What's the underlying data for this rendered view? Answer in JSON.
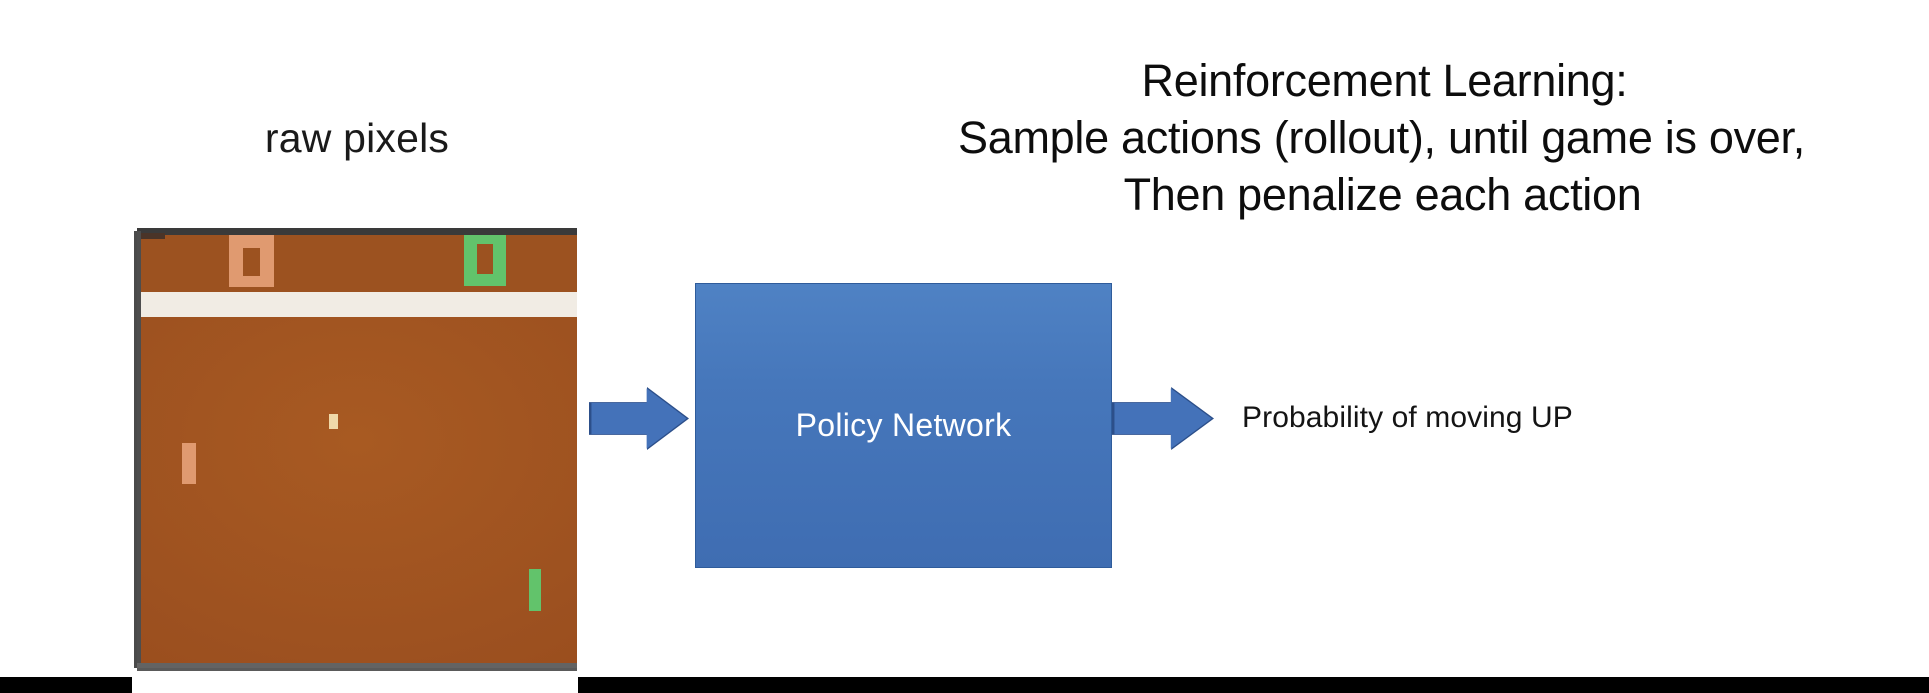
{
  "slide": {
    "background_color": "#ffffff",
    "heading": {
      "lines": [
        "Reinforcement Learning:",
        "Sample actions (rollout), until game is over,",
        "Then penalize each action"
      ]
    },
    "raw_pixels_label": "raw pixels",
    "policy_box": {
      "label": "Policy Network",
      "fill_color": "#4472b9",
      "text_color": "#ffffff"
    },
    "output_label": "Probability of moving UP",
    "arrows": {
      "input_arrow_name": "right-arrow",
      "output_arrow_name": "right-arrow",
      "color": "#4472b9",
      "outline_color": "#2c4f8a"
    },
    "pong": {
      "title": "Atari Pong frame",
      "background_color": "#9c5220",
      "divider_color": "#f1ece4",
      "score_left": "0",
      "score_right": "0",
      "left_paddle_color": "#e09a70",
      "right_paddle_color": "#62c36b",
      "ball_color": "#f0d9a8",
      "left_score_color": "#e09a70",
      "right_score_color": "#62c36b"
    },
    "bottom_bars": {
      "color": "#000000"
    }
  }
}
